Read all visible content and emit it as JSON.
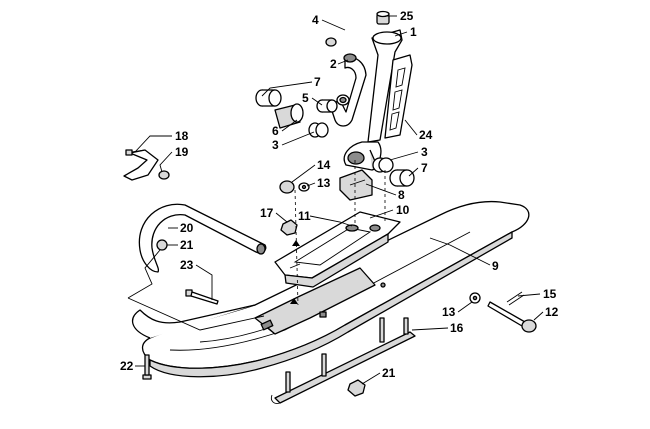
{
  "diagram": {
    "callouts": [
      "25",
      "1",
      "4",
      "2",
      "7",
      "5",
      "6",
      "3",
      "24",
      "18",
      "19",
      "14",
      "13",
      "3",
      "7",
      "8",
      "10",
      "17",
      "11",
      "20",
      "21",
      "23",
      "9",
      "13",
      "15",
      "12",
      "16",
      "22",
      "21"
    ]
  }
}
